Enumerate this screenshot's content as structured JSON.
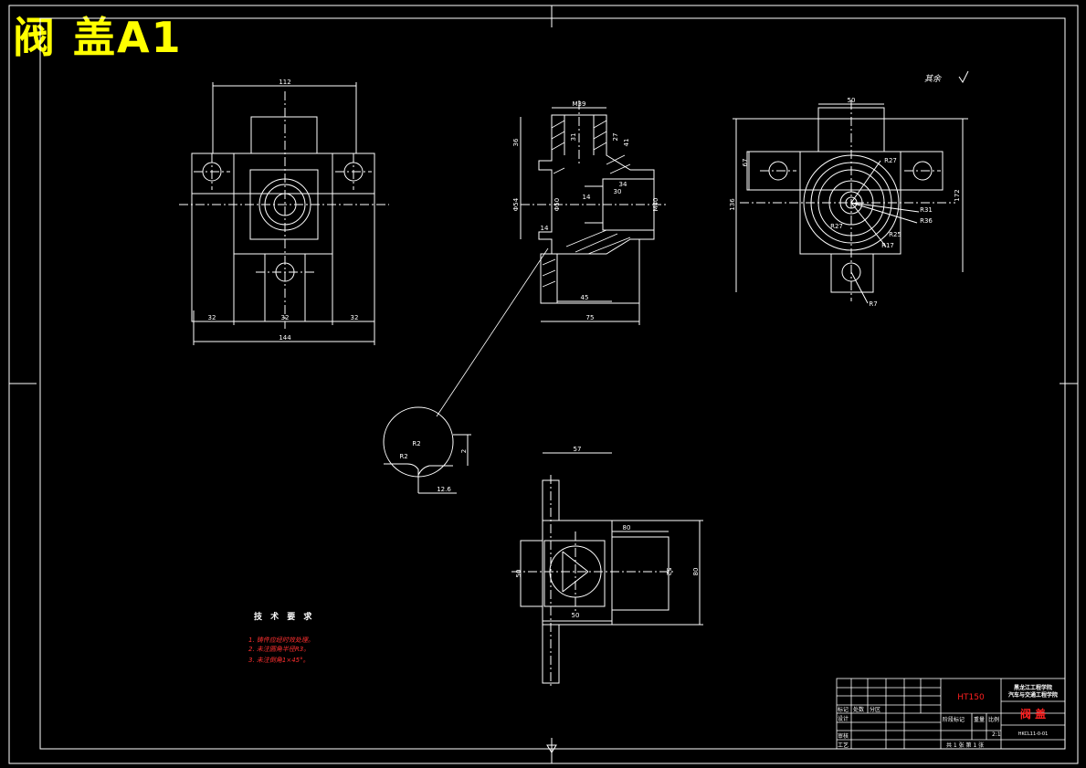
{
  "sheet_title": "阀 盖A1",
  "roughness_note": "其余",
  "dims": {
    "top_view": {
      "width_top": "112",
      "bottom_left": "32",
      "bottom_mid": "32",
      "bottom_right": "32",
      "overall": "144"
    },
    "section": {
      "top": "M39",
      "h36": "36",
      "h31": "31",
      "h27": "27",
      "h41": "41",
      "d54": "Φ54",
      "d50": "Φ50",
      "s14a": "14",
      "s14b": "14",
      "d30": "30",
      "r34": "34",
      "mh40": "M40",
      "l45": "45",
      "l75": "75"
    },
    "right_view": {
      "top": "50",
      "h67": "67",
      "h136": "136",
      "h172": "172",
      "r27a": "R27",
      "r31": "R31",
      "r36": "R36",
      "r27b": "R27",
      "r25": "R25",
      "r17": "R17",
      "r7": "R7"
    },
    "detail": {
      "r2a": "R2",
      "r2b": "R2",
      "d2": "2",
      "d12": "12.6"
    },
    "bottom_view": {
      "top": "57",
      "s80": "80",
      "h50": "50",
      "d52": "52",
      "h80": "80",
      "b50": "50"
    }
  },
  "tech": {
    "heading": "技 术 要 求",
    "items": [
      "1. 铸件应经时效处理。",
      "2. 未注圆角半径R3。",
      "3. 未注倒角1×45°。"
    ],
    "color": "#ff3030"
  },
  "title_block": {
    "material": "HT150",
    "school_1": "黑龙江工程学院",
    "school_2": "汽车与交通工程学院",
    "part_name": "阀 盖",
    "drawing_no": "HKCL11-0-01",
    "labels": {
      "mark": "标记",
      "count": "处数",
      "zone": "分区",
      "design": "设计",
      "review": "审核",
      "process": "工艺",
      "stage": "阶段标记",
      "weight": "重量",
      "scale": "比例",
      "scale_val": "2:1",
      "sheets": "共 1 张  第 1 张"
    }
  },
  "colors": {
    "line": "#ffffff",
    "yellow": "#ffff00",
    "red": "#ff2020",
    "bg": "#000000"
  }
}
